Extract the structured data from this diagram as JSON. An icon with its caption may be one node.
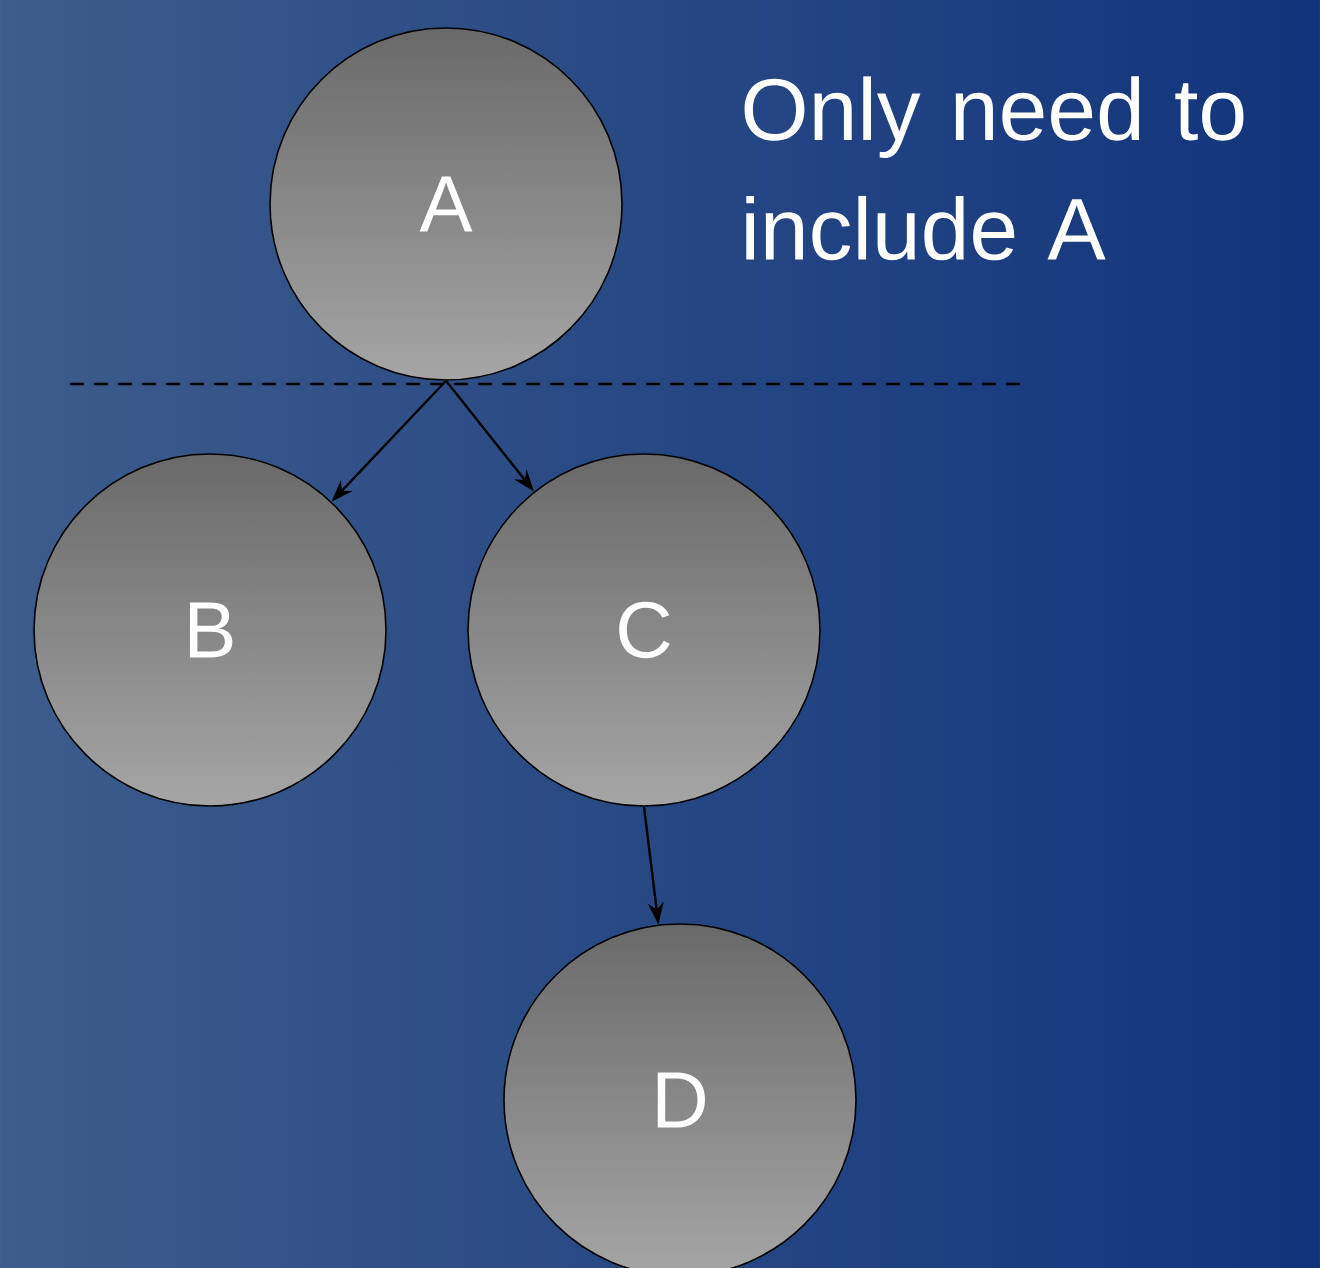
{
  "diagram": {
    "nodes": [
      {
        "text": [
          "A"
        ]
      },
      {
        "text": [
          "B"
        ]
      },
      {
        "text": [
          "C"
        ]
      },
      {
        "text": [
          "D"
        ]
      }
    ],
    "edges": [
      {
        "from": 0,
        "to": 1,
        "arrow": "to"
      },
      {
        "from": 0,
        "to": 2,
        "arrow": "to"
      },
      {
        "from": 2,
        "to": 3,
        "arrow": "to"
      }
    ],
    "labels": [
      "Only need to include A"
    ]
  }
}
